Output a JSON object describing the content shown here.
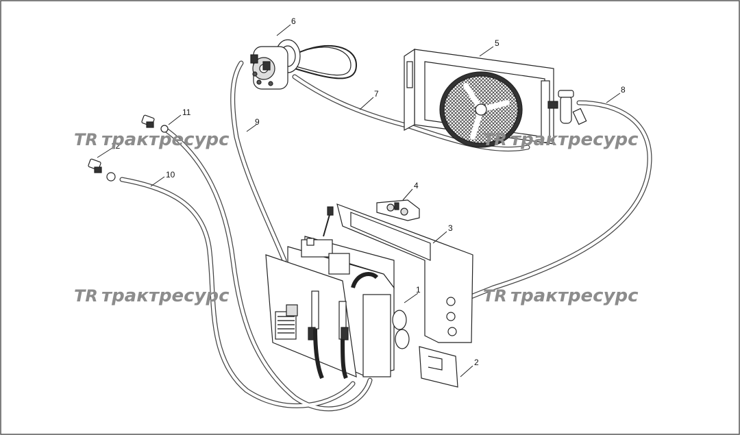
{
  "watermark": {
    "text": "трактресурс",
    "logo": "TR"
  },
  "callouts": {
    "c1": "1",
    "c2": "2",
    "c3": "3",
    "c4": "4",
    "c5": "5",
    "c6": "6",
    "c7": "7",
    "c8": "8",
    "c9": "9",
    "c10": "10",
    "c11": "11",
    "c12": "12"
  },
  "colors": {
    "line": "#222222",
    "hose": "#444444",
    "watermark": "#8c8c8c",
    "frame": "#555555"
  }
}
